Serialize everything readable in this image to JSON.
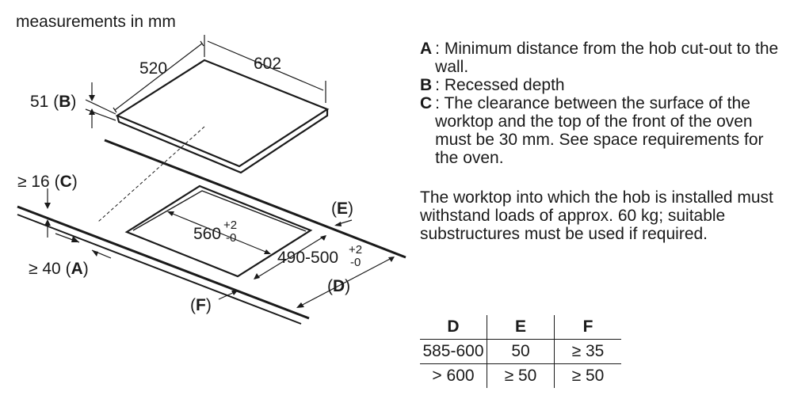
{
  "title": "measurements in mm",
  "dimensions": {
    "depth": "520",
    "width": "602",
    "recess_value": "51",
    "recess_letter": "B",
    "clearance_value": "≥ 16",
    "clearance_letter": "C",
    "wall_value": "≥ 40",
    "wall_letter": "A",
    "cutout_width_value": "560",
    "cutout_width_tol_plus": "+2",
    "cutout_width_tol_minus": "-0",
    "cutout_depth_value": "490-500",
    "cutout_depth_tol_plus": "+2",
    "cutout_depth_tol_minus": "-0",
    "label_d": "D",
    "label_e": "E",
    "label_f": "F"
  },
  "legend": [
    {
      "key": "A",
      "text": ": Minimum distance from the hob cut-out to the wall."
    },
    {
      "key": "B",
      "text": ": Recessed depth"
    },
    {
      "key": "C",
      "text": ": The clearance between the surface of the worktop and the top of the front of the oven must be 30 mm. See space requirements for the oven."
    }
  ],
  "note": "The worktop into which the hob is installed must withstand loads of approx. 60 kg; suitable substructures must be used if required.",
  "table": {
    "headers": [
      "D",
      "E",
      "F"
    ],
    "rows": [
      [
        "585-600",
        "50",
        "≥ 35"
      ],
      [
        "> 600",
        "≥ 50",
        "≥ 50"
      ]
    ]
  }
}
